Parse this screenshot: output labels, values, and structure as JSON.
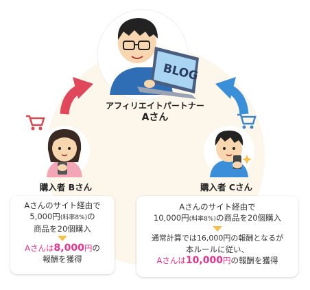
{
  "colors": {
    "background_disc": "#fdf6ea",
    "arrow_red": "#e0475a",
    "arrow_blue": "#3b8ed8",
    "accent_pink": "#e4318f",
    "triangle_yellow": "#f6c04a",
    "cart_red": "#d9474f",
    "cart_blue": "#3c86cc"
  },
  "illustrations": {
    "center_person": "blogger-with-laptop-illustration",
    "laptop_screen_text": "BLOG",
    "left_person": "woman-with-smartphone-illustration",
    "right_person": "man-with-smartphone-illustration"
  },
  "affiliate": {
    "role": "アフィリエイトパートナー",
    "name": "Aさん"
  },
  "buyer_b": {
    "label": "購入者 Bさん",
    "line1": "Aさんのサイト経由で",
    "line2_main": "5,000円",
    "line2_small": "(料率8%)",
    "line2_tail": "の",
    "line3": "商品を20個購入",
    "result_prefix": "Aさんは",
    "result_amount": "8,000",
    "result_unit": "円",
    "result_tail": "の",
    "line5": "報酬を獲得"
  },
  "buyer_c": {
    "label": "購入者 Cさん",
    "line1": "Aさんのサイト経由で",
    "line2_main": "10,000円",
    "line2_small": "(料率8%)",
    "line2_tail": "の商品を20個購入",
    "line3": "通常計算では16,000円の報酬となるが",
    "line4": "本ルールに従い、",
    "result_prefix": "Aさんは",
    "result_amount": "10,000",
    "result_unit": "円",
    "result_tail": "の報酬を獲得"
  }
}
